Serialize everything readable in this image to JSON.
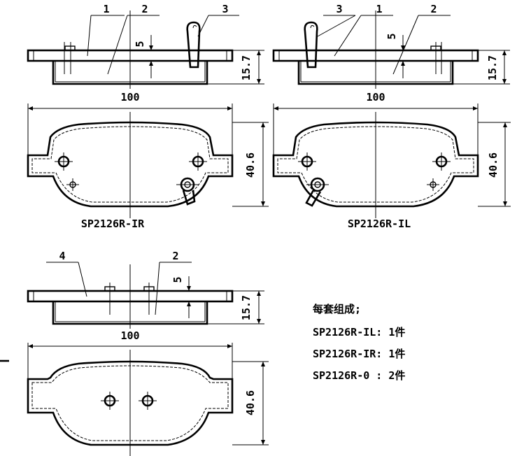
{
  "views": {
    "top_left": {
      "width_dim": "100",
      "height_dim": "40.6",
      "thickness_dim": "15.7",
      "offset_dim": "5",
      "callouts": [
        "1",
        "2",
        "3"
      ],
      "part_label": "SP2126R-IR"
    },
    "top_right": {
      "width_dim": "100",
      "height_dim": "40.6",
      "thickness_dim": "15.7",
      "offset_dim": "5",
      "callouts": [
        "3",
        "1",
        "2"
      ],
      "part_label": "SP2126R-IL"
    },
    "bottom": {
      "width_dim": "100",
      "height_dim": "40.6",
      "thickness_dim": "15.7",
      "offset_dim": "5",
      "callouts": [
        "4",
        "2"
      ]
    }
  },
  "kit_note": {
    "heading": "每套组成;",
    "lines": [
      "SP2126R-IL: 1件",
      "SP2126R-IR: 1件",
      "SP2126R-0 : 2件"
    ]
  }
}
